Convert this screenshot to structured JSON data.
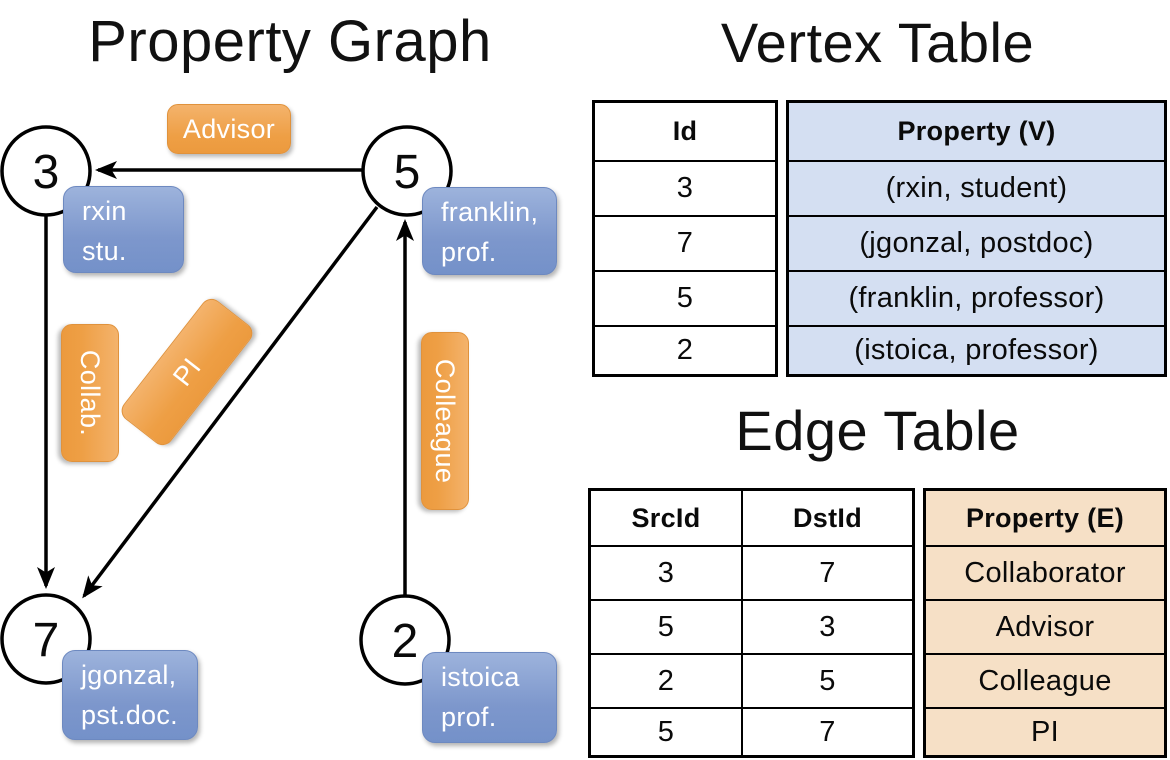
{
  "graph": {
    "title": "Property Graph",
    "vertices": [
      {
        "id": "3",
        "property_lines": [
          "rxin",
          "stu."
        ]
      },
      {
        "id": "5",
        "property_lines": [
          "franklin,",
          "prof."
        ]
      },
      {
        "id": "7",
        "property_lines": [
          "jgonzal,",
          "pst.doc."
        ]
      },
      {
        "id": "2",
        "property_lines": [
          "istoica",
          "prof."
        ]
      }
    ],
    "edge_labels": [
      "Advisor",
      "Collab.",
      "PI",
      "Colleague"
    ]
  },
  "vertex_table": {
    "title": "Vertex Table",
    "columns": [
      "Id",
      "Property (V)"
    ],
    "rows": [
      {
        "id": "3",
        "property": "(rxin, student)"
      },
      {
        "id": "7",
        "property": "(jgonzal, postdoc)"
      },
      {
        "id": "5",
        "property": "(franklin, professor)"
      },
      {
        "id": "2",
        "property": "(istoica, professor)"
      }
    ]
  },
  "edge_table": {
    "title": "Edge Table",
    "columns": [
      "SrcId",
      "DstId",
      "Property (E)"
    ],
    "rows": [
      {
        "src": "3",
        "dst": "7",
        "property": "Collaborator"
      },
      {
        "src": "5",
        "dst": "3",
        "property": "Advisor"
      },
      {
        "src": "2",
        "dst": "5",
        "property": "Colleague"
      },
      {
        "src": "5",
        "dst": "7",
        "property": "PI"
      }
    ]
  },
  "colors": {
    "edge_label_orange": "#ee9f45",
    "vertex_property_blue": "#7d97cc",
    "vertex_table_fill": "#d4dff2",
    "edge_table_fill": "#f6e0c6",
    "line_black": "#000000"
  }
}
